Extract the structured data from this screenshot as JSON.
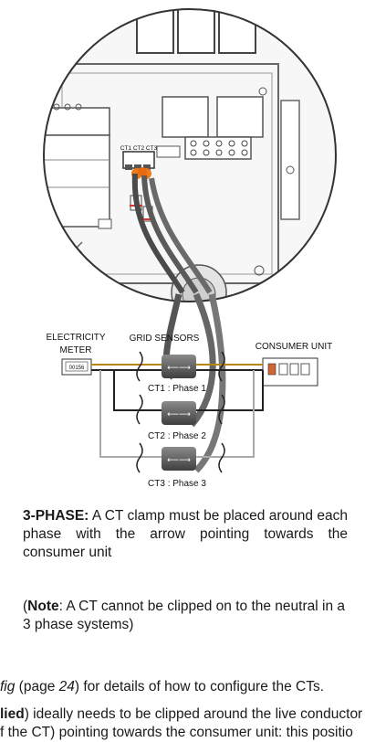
{
  "figure": {
    "ct_header": "CT1 CT2 CT3",
    "meter_title_1": "ELECTRICITY",
    "meter_title_2": "METER",
    "meter_reading": "00156",
    "sensors_title": "GRID SENSORS",
    "consumer_title": "CONSUMER UNIT",
    "ct_labels": [
      "CT1 : Phase 1",
      "CT2 : Phase 2",
      "CT3 : Phase 3"
    ]
  },
  "three_phase": {
    "heading": "3-PHASE:",
    "body": " A CT clamp must be placed around each phase with the arrow pointing towards the consumer unit"
  },
  "note": {
    "open": "(",
    "label": "Note",
    "body": ": A CT cannot be clipped on to the neutral in a 3 phase systems)"
  },
  "footer": {
    "line1_italic": "fig",
    "line1_text": " (page ",
    "line1_page": "24",
    "line1_rest": ") for details of how to configure the CTs.",
    "line2_bold": "lied",
    "line2_rest": ") ideally needs to be clipped around the live conductor",
    "line3": "f the CT) pointing towards the consumer unit: this positio"
  }
}
